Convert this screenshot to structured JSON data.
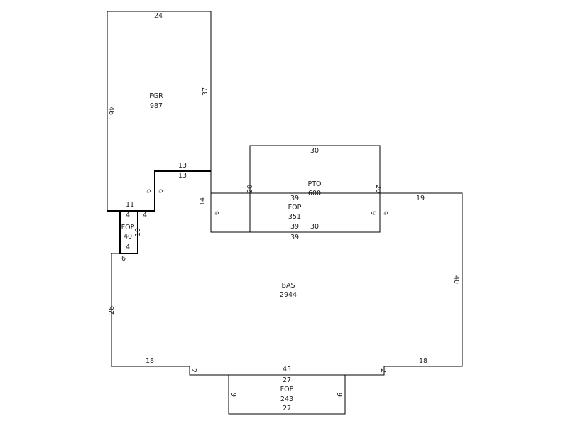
{
  "areas": {
    "fgr": {
      "code": "FGR",
      "sqft": "987",
      "dims": {
        "top": "24",
        "left": "46",
        "right": "37",
        "step_top_a": "13",
        "step_top_b": "13",
        "step_v_a": "9",
        "step_v_b": "9",
        "bottom": "11"
      }
    },
    "fop_small": {
      "code": "FOP",
      "sqft": "40",
      "dims": {
        "top_a": "4",
        "top_b": "4",
        "right": "10",
        "bottom": "4",
        "ledge": "6"
      }
    },
    "pto": {
      "code": "PTO",
      "sqft": "600",
      "dims": {
        "top": "30",
        "left": "20",
        "right": "20",
        "bottom": "30"
      }
    },
    "fop_mid": {
      "code": "FOP",
      "sqft": "351",
      "dims": {
        "top": "39",
        "bottom": "39",
        "bottom_out": "39",
        "left": "9",
        "right_a": "9",
        "right_b": "9",
        "left_ext": "14"
      }
    },
    "bas": {
      "code": "BAS",
      "sqft": "2944",
      "dims": {
        "top_right": "19",
        "right": "40",
        "left": "26",
        "bottom_left": "18",
        "bottom_right": "18",
        "notch_left": "2",
        "notch_right": "2",
        "notch_bottom": "45"
      }
    },
    "fop_bottom": {
      "code": "FOP",
      "sqft": "243",
      "dims": {
        "top": "27",
        "bottom": "27",
        "left": "9",
        "right": "9"
      }
    }
  }
}
